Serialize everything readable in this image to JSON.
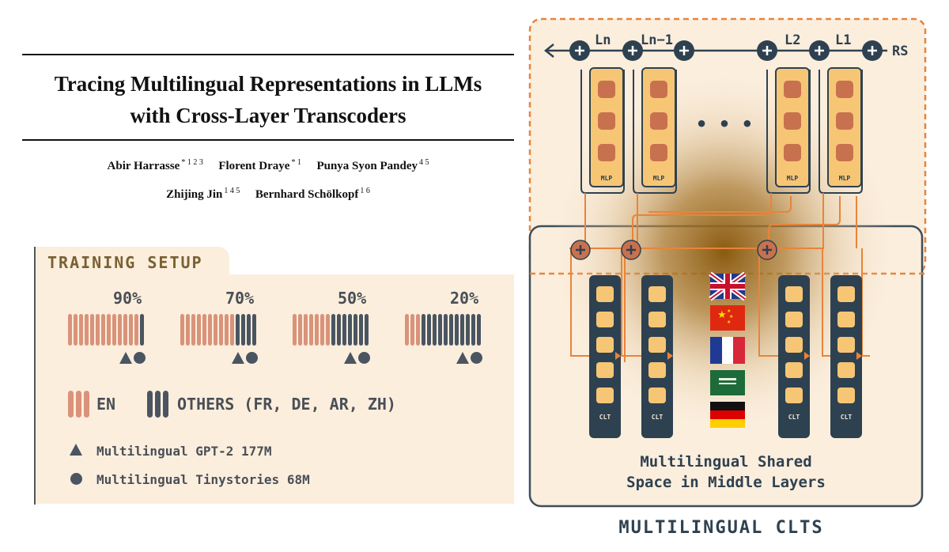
{
  "paper": {
    "title_line1": "Tracing Multilingual Representations in LLMs",
    "title_line2": "with Cross-Layer Transcoders",
    "authors_row1": [
      {
        "name": "Abir Harrasse",
        "aff": "* 1 2 3"
      },
      {
        "name": "Florent Draye",
        "aff": "* 1"
      },
      {
        "name": "Punya Syon Pandey",
        "aff": "4 5"
      }
    ],
    "authors_row2": [
      {
        "name": "Zhijing Jin",
        "aff": "1 4 5"
      },
      {
        "name": "Bernhard Schölkopf",
        "aff": "1 6"
      }
    ]
  },
  "training_setup": {
    "label": "TRAINING SETUP",
    "mixes": [
      {
        "label": "90%",
        "en_fraction": 0.9
      },
      {
        "label": "70%",
        "en_fraction": 0.7
      },
      {
        "label": "50%",
        "en_fraction": 0.5
      },
      {
        "label": "20%",
        "en_fraction": 0.2
      }
    ],
    "legend_en": "EN",
    "legend_others": "OTHERS (FR, DE, AR, ZH)",
    "models": [
      {
        "symbol": "triangle",
        "label": "Multilingual GPT-2 177M"
      },
      {
        "symbol": "circle",
        "label": "Multilingual Tinystories 68M"
      }
    ]
  },
  "diagram": {
    "layer_labels": [
      "Ln",
      "Ln−1",
      "L2",
      "L1"
    ],
    "rs_label": "RS",
    "ellipsis": "• • •",
    "mlp_label": "MLP",
    "clt_label": "CLT",
    "flags": [
      "uk-flag",
      "china-flag",
      "france-flag",
      "saudi-flag",
      "germany-flag"
    ],
    "shared_space_line1": "Multilingual Shared",
    "shared_space_line2": "Space in Middle Layers",
    "caption": "MULTILINGUAL CLTS"
  },
  "colors": {
    "en": "#d9937a",
    "others": "#4a5561",
    "accent_orange": "#e8843a",
    "panel_bg": "#fbeedd",
    "block_yellow": "#f6c675",
    "node_dark": "#2e4150",
    "node_orange": "#c8714f"
  }
}
